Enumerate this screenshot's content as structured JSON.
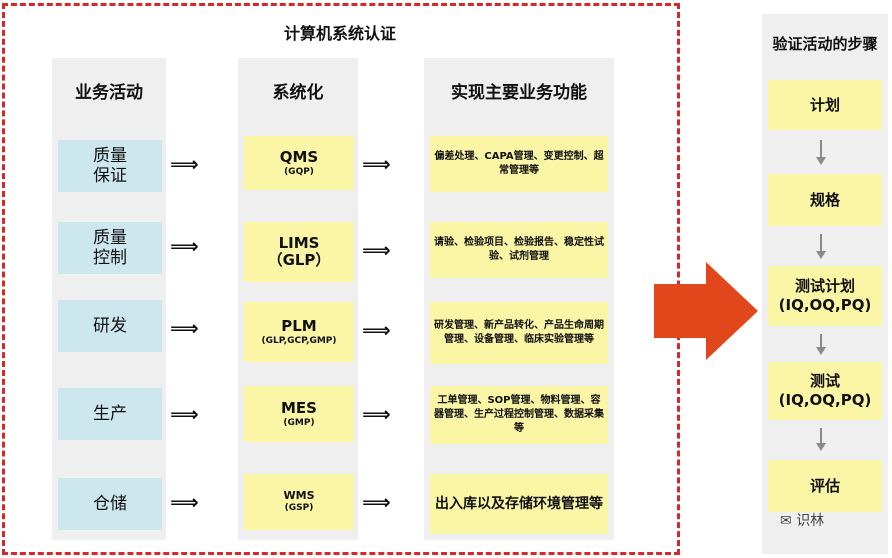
{
  "title": "计算机系统认证",
  "headers": {
    "business": "业务活动",
    "system": "系统化",
    "function": "实现主要业务功能"
  },
  "rows": [
    {
      "cat": "质量\n保证",
      "sys": "QMS",
      "sub": "(GQP)",
      "fn": "偏差处理、CAPA管理、变更控制、超常管理等"
    },
    {
      "cat": "质量\n控制",
      "sys": "LIMS",
      "sub": "（GLP）",
      "fn": "请验、检验项目、检验报告、稳定性试验、试剂管理"
    },
    {
      "cat": "研发",
      "sys": "PLM",
      "sub": "(GLP,GCP,GMP)",
      "fn": "研发管理、新产品转化、产品生命周期管理、设备管理、临床实验管理等"
    },
    {
      "cat": "生产",
      "sys": "MES",
      "sub": "(GMP)",
      "fn": "工单管理、SOP管理、物料管理、容器管理、生产过程控制管理、数据采集等"
    },
    {
      "cat": "仓储",
      "sys": "WMS",
      "sub": "(GSP)",
      "fn": "出入库以及存储环境管理等"
    }
  ],
  "arrow_glyph": "⟹",
  "steps_title": "验证活动的步骤",
  "steps": [
    "计划",
    "规格",
    "测试计划\n(IQ,OQ,PQ)",
    "测试\n(IQ,OQ,PQ)",
    "评估"
  ],
  "watermark": "识林",
  "colors": {
    "frame": "#d62828",
    "big_arrow": "#e0471b",
    "category_fill": "#cde7ee",
    "box_fill": "#fbf5a6",
    "panel": "#efefef"
  }
}
